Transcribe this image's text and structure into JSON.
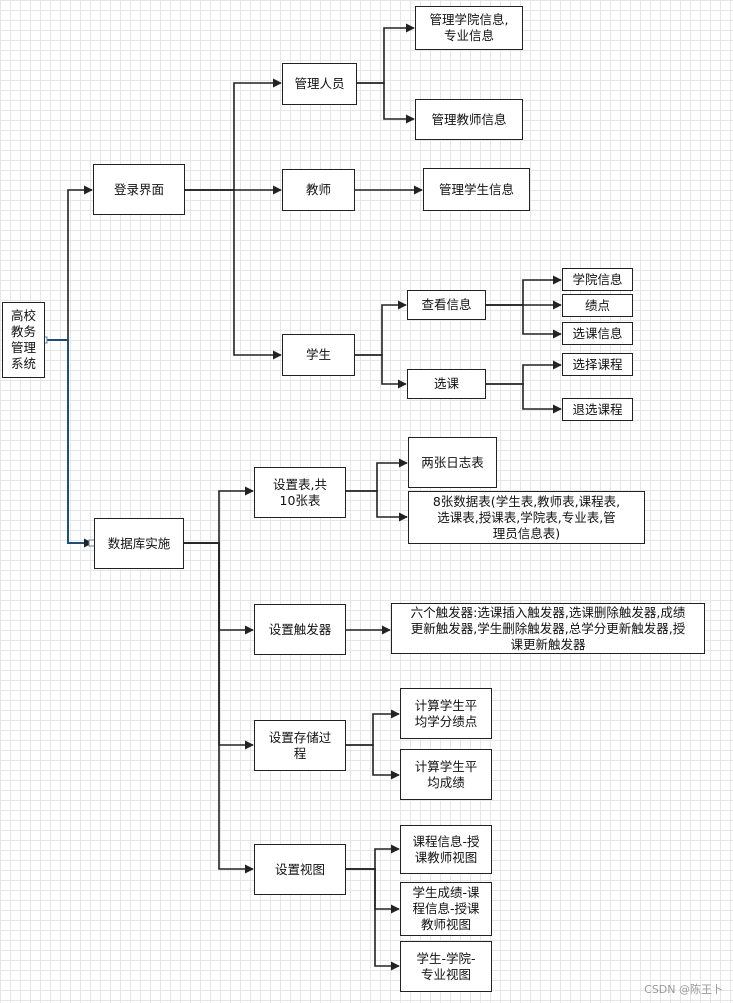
{
  "diagram": {
    "root": "高校\n教务\n管理\n系统",
    "login": "登录界面",
    "admin": "管理人员",
    "admin_college": "管理学院信息,\n专业信息",
    "admin_teacher": "管理教师信息",
    "teacher": "教师",
    "teacher_student": "管理学生信息",
    "student": "学生",
    "view_info": "查看信息",
    "college_info": "学院信息",
    "gpa": "绩点",
    "course_sel_info": "选课信息",
    "select_course": "选课",
    "choose_course": "选择课程",
    "drop_course": "退选课程",
    "db": "数据库实施",
    "tables": "设置表,共\n10张表",
    "log_tables": "两张日志表",
    "data_tables": "8张数据表(学生表,教师表,课程表,\n选课表,授课表,学院表,专业表,管\n理员信息表)",
    "triggers": "设置触发器",
    "trigger_list": "六个触发器:选课插入触发器,选课删除触发器,成绩\n更新触发器,学生删除触发器,总学分更新触发器,授\n课更新触发器",
    "procedures": "设置存储过\n程",
    "proc_gpa": "计算学生平\n均学分绩点",
    "proc_score": "计算学生平\n均成绩",
    "views": "设置视图",
    "view1": "课程信息-授\n课教师视图",
    "view2": "学生成绩-课\n程信息-授课\n教师视图",
    "view3": "学生-学院-\n专业视图"
  },
  "watermark": "CSDN @陈王卜"
}
